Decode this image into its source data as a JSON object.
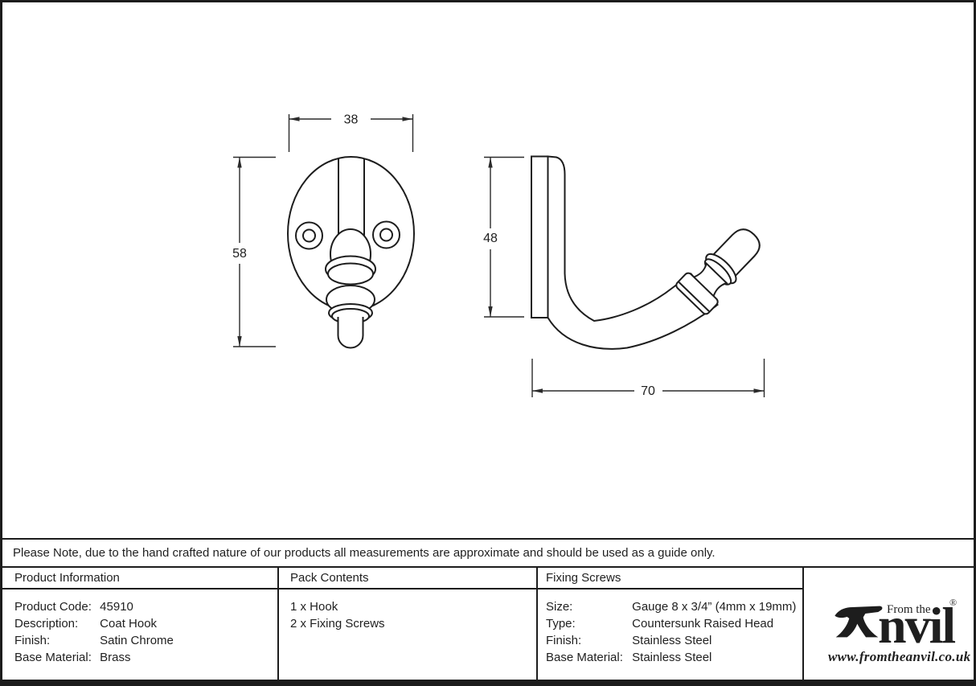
{
  "drawing": {
    "front_view": {
      "width_dim": "38",
      "height_dim": "58"
    },
    "side_view": {
      "height_dim": "48",
      "depth_dim": "70"
    }
  },
  "note": "Please Note, due to the hand crafted nature of our products all measurements are approximate and should be used as a guide only.",
  "table": {
    "product_information": {
      "header": "Product Information",
      "rows": [
        {
          "label": "Product Code:",
          "value": "45910"
        },
        {
          "label": "Description:",
          "value": "Coat Hook"
        },
        {
          "label": "Finish:",
          "value": "Satin Chrome"
        },
        {
          "label": "Base Material:",
          "value": "Brass"
        }
      ]
    },
    "pack_contents": {
      "header": "Pack Contents",
      "items": [
        "1 x Hook",
        "2 x Fixing Screws"
      ]
    },
    "fixing_screws": {
      "header": "Fixing Screws",
      "rows": [
        {
          "label": "Size:",
          "value": "Gauge 8 x 3/4” (4mm x 19mm)"
        },
        {
          "label": "Type:",
          "value": "Countersunk Raised Head"
        },
        {
          "label": "Finish:",
          "value": "Stainless Steel"
        },
        {
          "label": "Base Material:",
          "value": "Stainless Steel"
        }
      ]
    }
  },
  "logo": {
    "prefix": "From the",
    "diamond": "♦",
    "name_rest": "nvil",
    "registered": "®",
    "website": "www.fromtheanvil.co.uk"
  },
  "colors": {
    "ink": "#1f1f1f",
    "paper": "#ffffff"
  }
}
